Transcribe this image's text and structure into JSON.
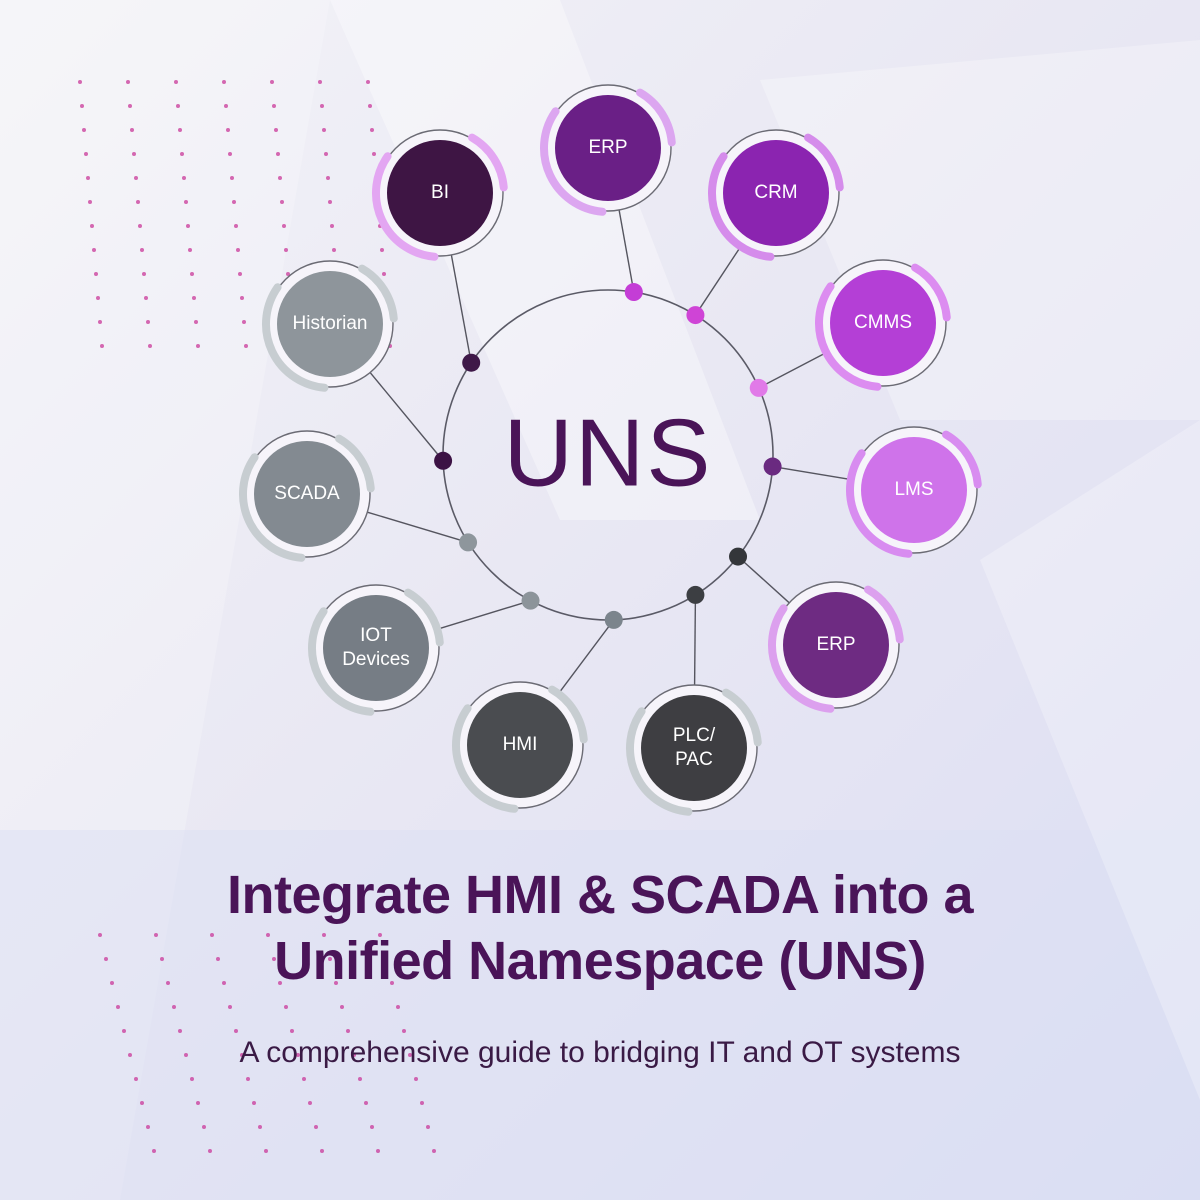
{
  "diagram": {
    "center_label": "UNS",
    "nodes": [
      {
        "lines": [
          "ERP"
        ],
        "fill": "#6a1f86",
        "accent": "#dca6f0"
      },
      {
        "lines": [
          "CRM"
        ],
        "fill": "#8b24b0",
        "accent": "#d58ceb"
      },
      {
        "lines": [
          "CMMS"
        ],
        "fill": "#b43fd6",
        "accent": "#dc8cf0"
      },
      {
        "lines": [
          "LMS"
        ],
        "fill": "#cf73ea",
        "accent": "#d88cf0"
      },
      {
        "lines": [
          "ERP"
        ],
        "fill": "#6e2b82",
        "accent": "#dca0ee"
      },
      {
        "lines": [
          "PLC/",
          "PAC"
        ],
        "fill": "#3e3e42",
        "accent": "#c7cdd1"
      },
      {
        "lines": [
          "HMI"
        ],
        "fill": "#4a4c50",
        "accent": "#c7cdd1"
      },
      {
        "lines": [
          "IOT",
          "Devices"
        ],
        "fill": "#767d85",
        "accent": "#c7cdd1"
      },
      {
        "lines": [
          "SCADA"
        ],
        "fill": "#838a91",
        "accent": "#c7cdd1"
      },
      {
        "lines": [
          "Historian"
        ],
        "fill": "#8e959b",
        "accent": "#c7cdd1"
      },
      {
        "lines": [
          "BI"
        ],
        "fill": "#3e1544",
        "accent": "#e3a6f2"
      }
    ],
    "hub_dot_colors": [
      "#c43dd6",
      "#cf44d6",
      "#e17ae8",
      "#6a2a80",
      "#34363a",
      "#3c3e42",
      "#7b848c",
      "#8c949a",
      "#8e969c",
      "#3c1244",
      "#3e1848"
    ]
  },
  "heading": {
    "line1": "Integrate HMI & SCADA into a",
    "line2": "Unified Namespace (UNS)"
  },
  "subheading": "A comprehensive guide to bridging IT and OT systems",
  "colors": {
    "brand_dark": "#4a1458",
    "dot_pink": "#c9389a"
  }
}
